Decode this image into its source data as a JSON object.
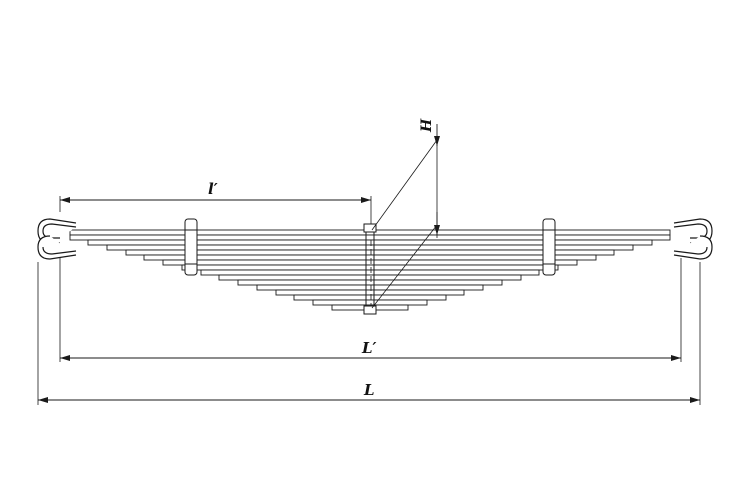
{
  "labels": {
    "half_length": "l′",
    "loaded_length": "L′",
    "total_length": "L",
    "height": "H"
  },
  "colors": {
    "line": "#1a1a1a",
    "leaf_fill": "#ffffff",
    "background": "#ffffff"
  },
  "leaf_count": 16
}
